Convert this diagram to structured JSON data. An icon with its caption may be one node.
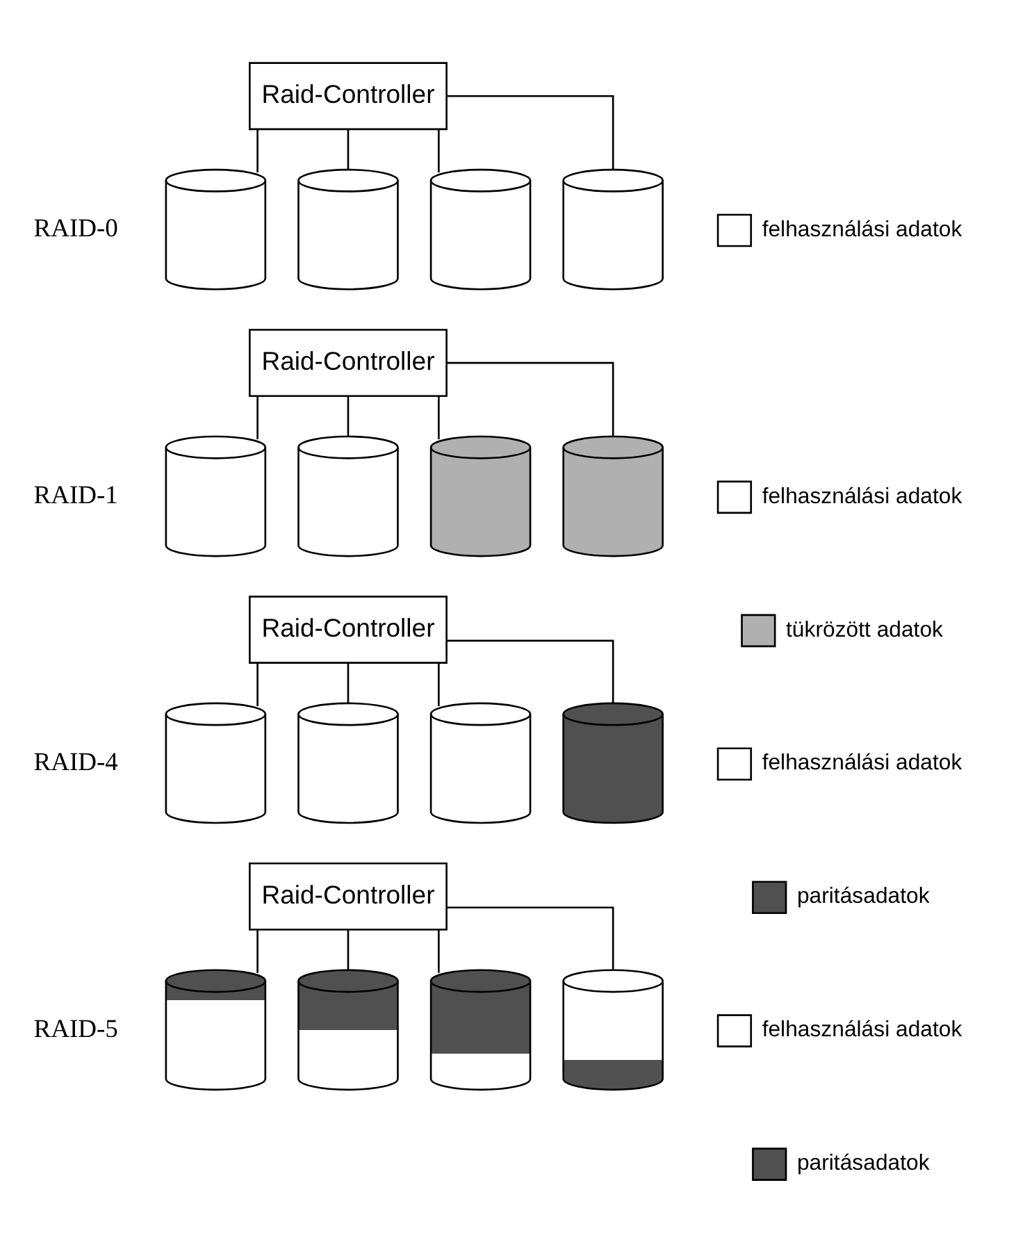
{
  "diagram": {
    "nodes": [
      {
        "text": [
          "Raid-Controller"
        ]
      },
      {
        "text": [],
        "shape": "cylinder"
      },
      {
        "text": [],
        "shape": "cylinder"
      },
      {
        "text": [],
        "shape": "cylinder"
      },
      {
        "text": [],
        "shape": "cylinder"
      },
      {
        "text": [
          "Raid-Controller"
        ]
      },
      {
        "text": [],
        "shape": "cylinder"
      },
      {
        "text": [],
        "shape": "cylinder"
      },
      {
        "text": [],
        "shape": "cylinder"
      },
      {
        "text": [],
        "shape": "cylinder"
      },
      {
        "text": [
          "Raid-Controller"
        ]
      },
      {
        "text": [],
        "shape": "cylinder"
      },
      {
        "text": [],
        "shape": "cylinder"
      },
      {
        "text": [],
        "shape": "cylinder"
      },
      {
        "text": [],
        "shape": "cylinder"
      },
      {
        "text": [
          "Raid-Controller"
        ]
      },
      {
        "text": [],
        "shape": "cylinder"
      },
      {
        "text": [],
        "shape": "cylinder"
      },
      {
        "text": [],
        "shape": "cylinder"
      },
      {
        "text": [],
        "shape": "cylinder"
      }
    ],
    "edges": [
      {
        "from": 0,
        "to": 1,
        "arrow": "none"
      },
      {
        "from": 0,
        "to": 2,
        "arrow": "none"
      },
      {
        "from": 0,
        "to": 3,
        "arrow": "none"
      },
      {
        "from": 0,
        "to": 4,
        "arrow": "none"
      },
      {
        "from": 5,
        "to": 6,
        "arrow": "none"
      },
      {
        "from": 5,
        "to": 7,
        "arrow": "none"
      },
      {
        "from": 5,
        "to": 8,
        "arrow": "none"
      },
      {
        "from": 5,
        "to": 9,
        "arrow": "none"
      },
      {
        "from": 10,
        "to": 11,
        "arrow": "none"
      },
      {
        "from": 10,
        "to": 12,
        "arrow": "none"
      },
      {
        "from": 10,
        "to": 13,
        "arrow": "none"
      },
      {
        "from": 10,
        "to": 14,
        "arrow": "none"
      },
      {
        "from": 15,
        "to": 16,
        "arrow": "none"
      },
      {
        "from": 15,
        "to": 17,
        "arrow": "none"
      },
      {
        "from": 15,
        "to": 18,
        "arrow": "none"
      },
      {
        "from": 15,
        "to": 19,
        "arrow": "none"
      }
    ],
    "labels": [
      "RAID-0",
      "RAID-1",
      "RAID-4",
      "RAID-5"
    ],
    "legend": [
      {
        "text": "felhasználási adatok",
        "color": "#ffffff"
      },
      {
        "text": "felhasználási adatok",
        "color": "#ffffff"
      },
      {
        "text": "tükrözött adatok",
        "color": "#b0b0b0"
      },
      {
        "text": "felhasználási adatok",
        "color": "#ffffff"
      },
      {
        "text": "paritásadatok",
        "color": "#505050"
      },
      {
        "text": "felhasználási adatok",
        "color": "#ffffff"
      },
      {
        "text": "paritásadatok",
        "color": "#505050"
      }
    ]
  }
}
